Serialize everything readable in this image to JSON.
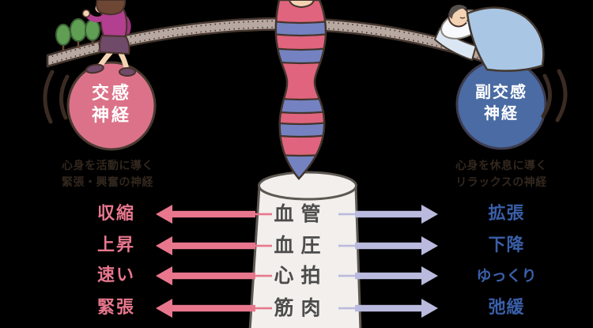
{
  "left_system": {
    "label_line1": "交感",
    "label_line2": "神経",
    "caption_line1": "心身を活動に導く",
    "caption_line2": "緊張・興奮の神経"
  },
  "right_system": {
    "label_line1": "副交感",
    "label_line2": "神経",
    "caption_line1": "心身を休息に導く",
    "caption_line2": "リラックスの神経"
  },
  "comparison_rows": [
    {
      "left_effect": "収縮",
      "item": "血管",
      "right_effect": "拡張"
    },
    {
      "left_effect": "上昇",
      "item": "血圧",
      "right_effect": "下降"
    },
    {
      "left_effect": "速い",
      "item": "心拍",
      "right_effect": "ゆっくり"
    },
    {
      "left_effect": "緊張",
      "item": "筋肉",
      "right_effect": "弛緩"
    }
  ],
  "illustrations": {
    "left": "walking-woman-illustration",
    "left_scenery": "trees-icon",
    "left_motion": "vibration-marks",
    "beam": "balance-beam-icon",
    "center_top": "spine-illustration",
    "center_bottom": "pedestal-column",
    "right": "sleeping-person-in-bed-illustration",
    "right_motion": "vibration-marks"
  },
  "colors": {
    "background": "#000000",
    "circle_left": "#dc7289",
    "circle_right": "#4a6ba3",
    "outline": "#4a3a31",
    "beam": "#b7a9a2",
    "beam_edge": "#44362e",
    "spine_pink": "#e0647d",
    "spine_blue": "#7482c1",
    "tower_fill": "#f2efec",
    "tower_edge": "#5e5852",
    "item_text": "#4c4c4c",
    "left_accent": "#e8778e",
    "right_text": "#3a5fa9",
    "right_arrow": "#b9badd",
    "caption_text": "#32271e",
    "tree": "#5f9e53",
    "tree_edge": "#3c6136",
    "skin": "#f3d3b3",
    "hair_woman": "#6d4733",
    "shirt": "#b23f90",
    "skirt": "#6f4a69",
    "blanket": "#a9c6e4",
    "hair_man": "#55504e"
  }
}
